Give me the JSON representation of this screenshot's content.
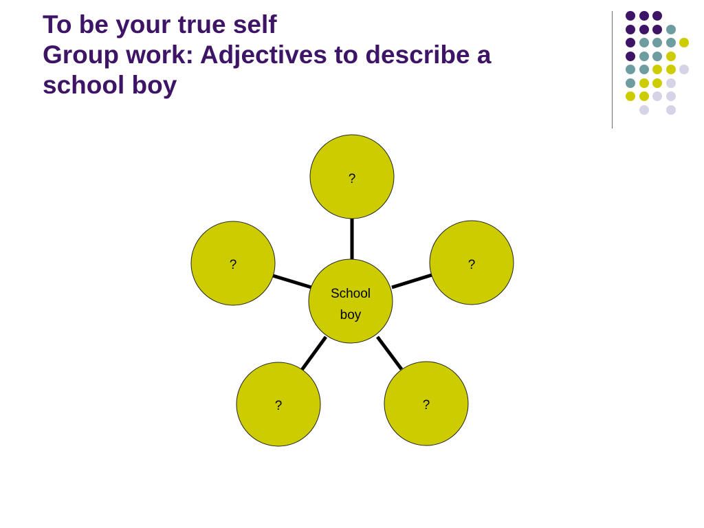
{
  "slide": {
    "title_line1": "To be your true self",
    "title_line2": "Group work: Adjectives to describe a",
    "title_line3": "school boy"
  },
  "decor": {
    "dot_colors": {
      "purple": "#3d1466",
      "teal": "#6d9da0",
      "lime": "#cccc00",
      "lavender": "#d4d4e6"
    },
    "dot_rows": [
      [
        "purple",
        "purple",
        "purple",
        "",
        ""
      ],
      [
        "purple",
        "purple",
        "purple",
        "teal",
        ""
      ],
      [
        "purple",
        "teal",
        "teal",
        "teal",
        "lime"
      ],
      [
        "purple",
        "teal",
        "teal",
        "lime",
        ""
      ],
      [
        "teal",
        "teal",
        "lime",
        "lime",
        "lavender"
      ],
      [
        "teal",
        "lime",
        "lime",
        "lavender",
        ""
      ],
      [
        "lime",
        "lime",
        "lavender",
        "lavender",
        ""
      ],
      [
        "",
        "lavender",
        "",
        "lavender",
        ""
      ]
    ]
  },
  "diagram": {
    "node_fill": "#cccc00",
    "center": {
      "label_line1": "School",
      "label_line2": "boy"
    },
    "spokes": [
      {
        "id": "top",
        "label": "?"
      },
      {
        "id": "right",
        "label": "?"
      },
      {
        "id": "bottom-right",
        "label": "?"
      },
      {
        "id": "bottom-left",
        "label": "?"
      },
      {
        "id": "left",
        "label": "?"
      }
    ]
  }
}
